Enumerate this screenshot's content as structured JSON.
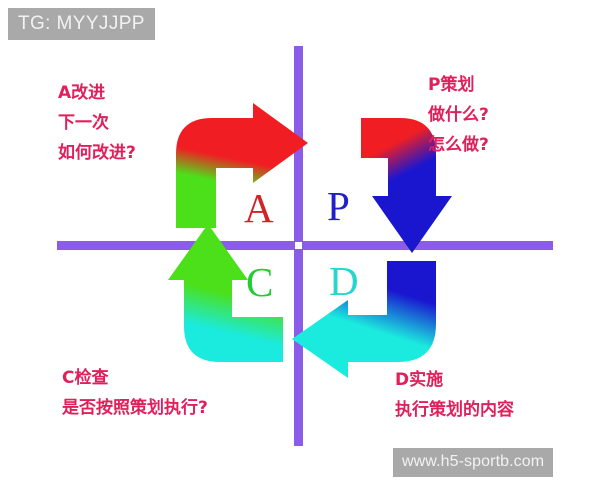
{
  "overlays": {
    "tag_label": "TG: MYYJJPP",
    "site_label": "www.h5-sportb.com"
  },
  "diagram": {
    "type": "pdca-cycle",
    "quadrants": [
      {
        "key": "A",
        "letter": "A",
        "position": "top-left",
        "color": "#d1232a"
      },
      {
        "key": "P",
        "letter": "P",
        "position": "top-right",
        "color": "#2020c8"
      },
      {
        "key": "C",
        "letter": "C",
        "position": "bottom-left",
        "color": "#22cc33"
      },
      {
        "key": "D",
        "letter": "D",
        "position": "bottom-right",
        "color": "#29d6cf"
      }
    ],
    "notes": {
      "a": {
        "title": "A改进",
        "line2": "下一次",
        "line3": "如何改进?"
      },
      "p": {
        "title": "P策划",
        "line2": "做什么?",
        "line3": "怎么做?"
      },
      "c": {
        "title": "C检查",
        "line2": "是否按照策划执行?"
      },
      "d": {
        "title": "D实施",
        "line2": "执行策划的内容"
      }
    },
    "arrows": [
      {
        "name": "arrow-a-to-p",
        "from_color": "#4ce01a",
        "to_color": "#f01e23",
        "direction": "right"
      },
      {
        "name": "arrow-p-to-d",
        "from_color": "#f01e23",
        "to_color": "#1a16d0",
        "direction": "down"
      },
      {
        "name": "arrow-d-to-c",
        "from_color": "#1a16d0",
        "to_color": "#1bebde",
        "direction": "left"
      },
      {
        "name": "arrow-c-to-a",
        "from_color": "#1bebde",
        "to_color": "#4ce01a",
        "direction": "up"
      }
    ],
    "colors": {
      "red": "#f01e23",
      "blue": "#1a16d0",
      "cyan": "#1bebde",
      "green": "#4ce01a",
      "axis_purple": "#8b5ce8",
      "note_text": "#e0205a",
      "background": "#ffffff"
    }
  }
}
